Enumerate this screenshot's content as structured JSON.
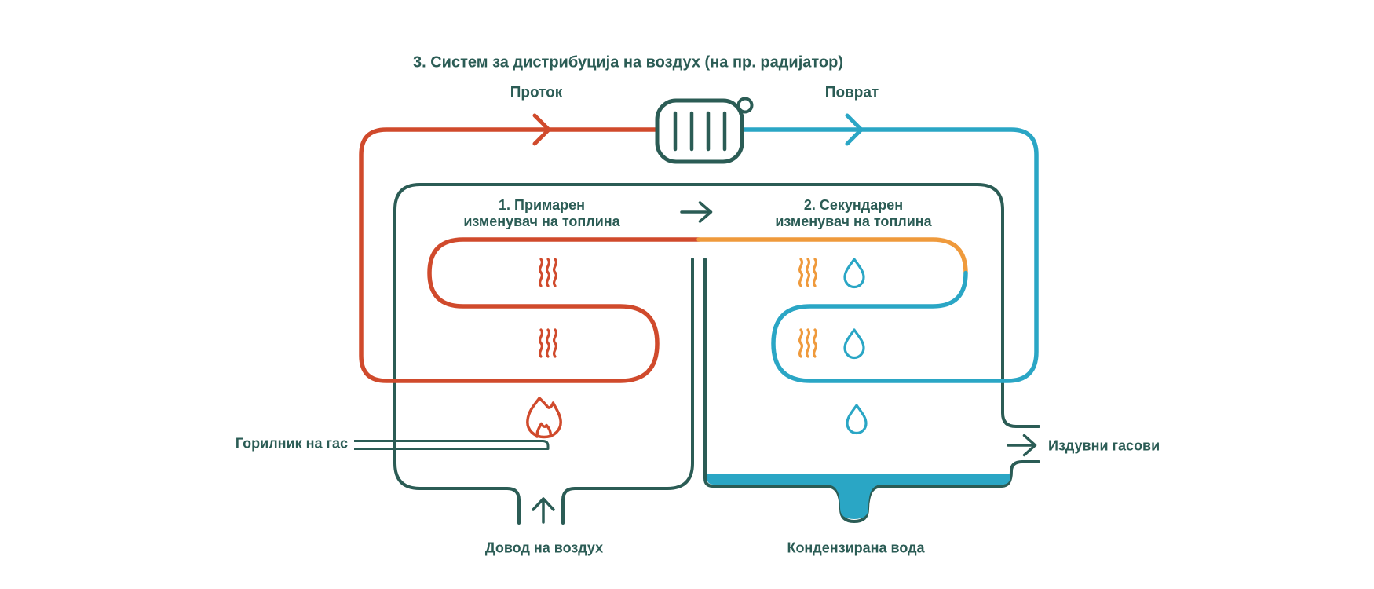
{
  "diagram": {
    "title": "3. Систем за дистрибуција на воздух (на пр. радијатор)",
    "flow_label": "Проток",
    "return_label": "Поврат",
    "primary_exchanger": {
      "line1": "1. Примарен",
      "line2": "изменувач на топлина"
    },
    "secondary_exchanger": {
      "line1": "2. Секундарен",
      "line2": "изменувач на топлина"
    },
    "gas_burner_label": "Горилник на гас",
    "air_supply_label": "Довод на воздух",
    "condensed_water_label": "Кондензирана вода",
    "exhaust_gases_label": "Издувни гасови"
  },
  "icons": {
    "radiator": "radiator-icon",
    "radiator_valve": "valve-circle-icon",
    "flame": "flame-icon",
    "heat_waves": "heat-waves-icon",
    "water_drop": "water-drop-icon",
    "flow_arrowhead": "chevron-right-icon",
    "return_arrowhead": "chevron-right-icon",
    "transfer_arrow": "arrow-right-icon",
    "air_supply_arrow": "arrow-up-icon",
    "exhaust_arrow": "arrow-right-icon"
  },
  "colors": {
    "hot_flow_pipe": "#d04a2c",
    "warming_pipe": "#ef9a3c",
    "cool_return_pipe": "#2aa6c5",
    "outline_teal": "#2b5c55",
    "condensate_fill": "#2aa6c5",
    "background": "#ffffff"
  }
}
